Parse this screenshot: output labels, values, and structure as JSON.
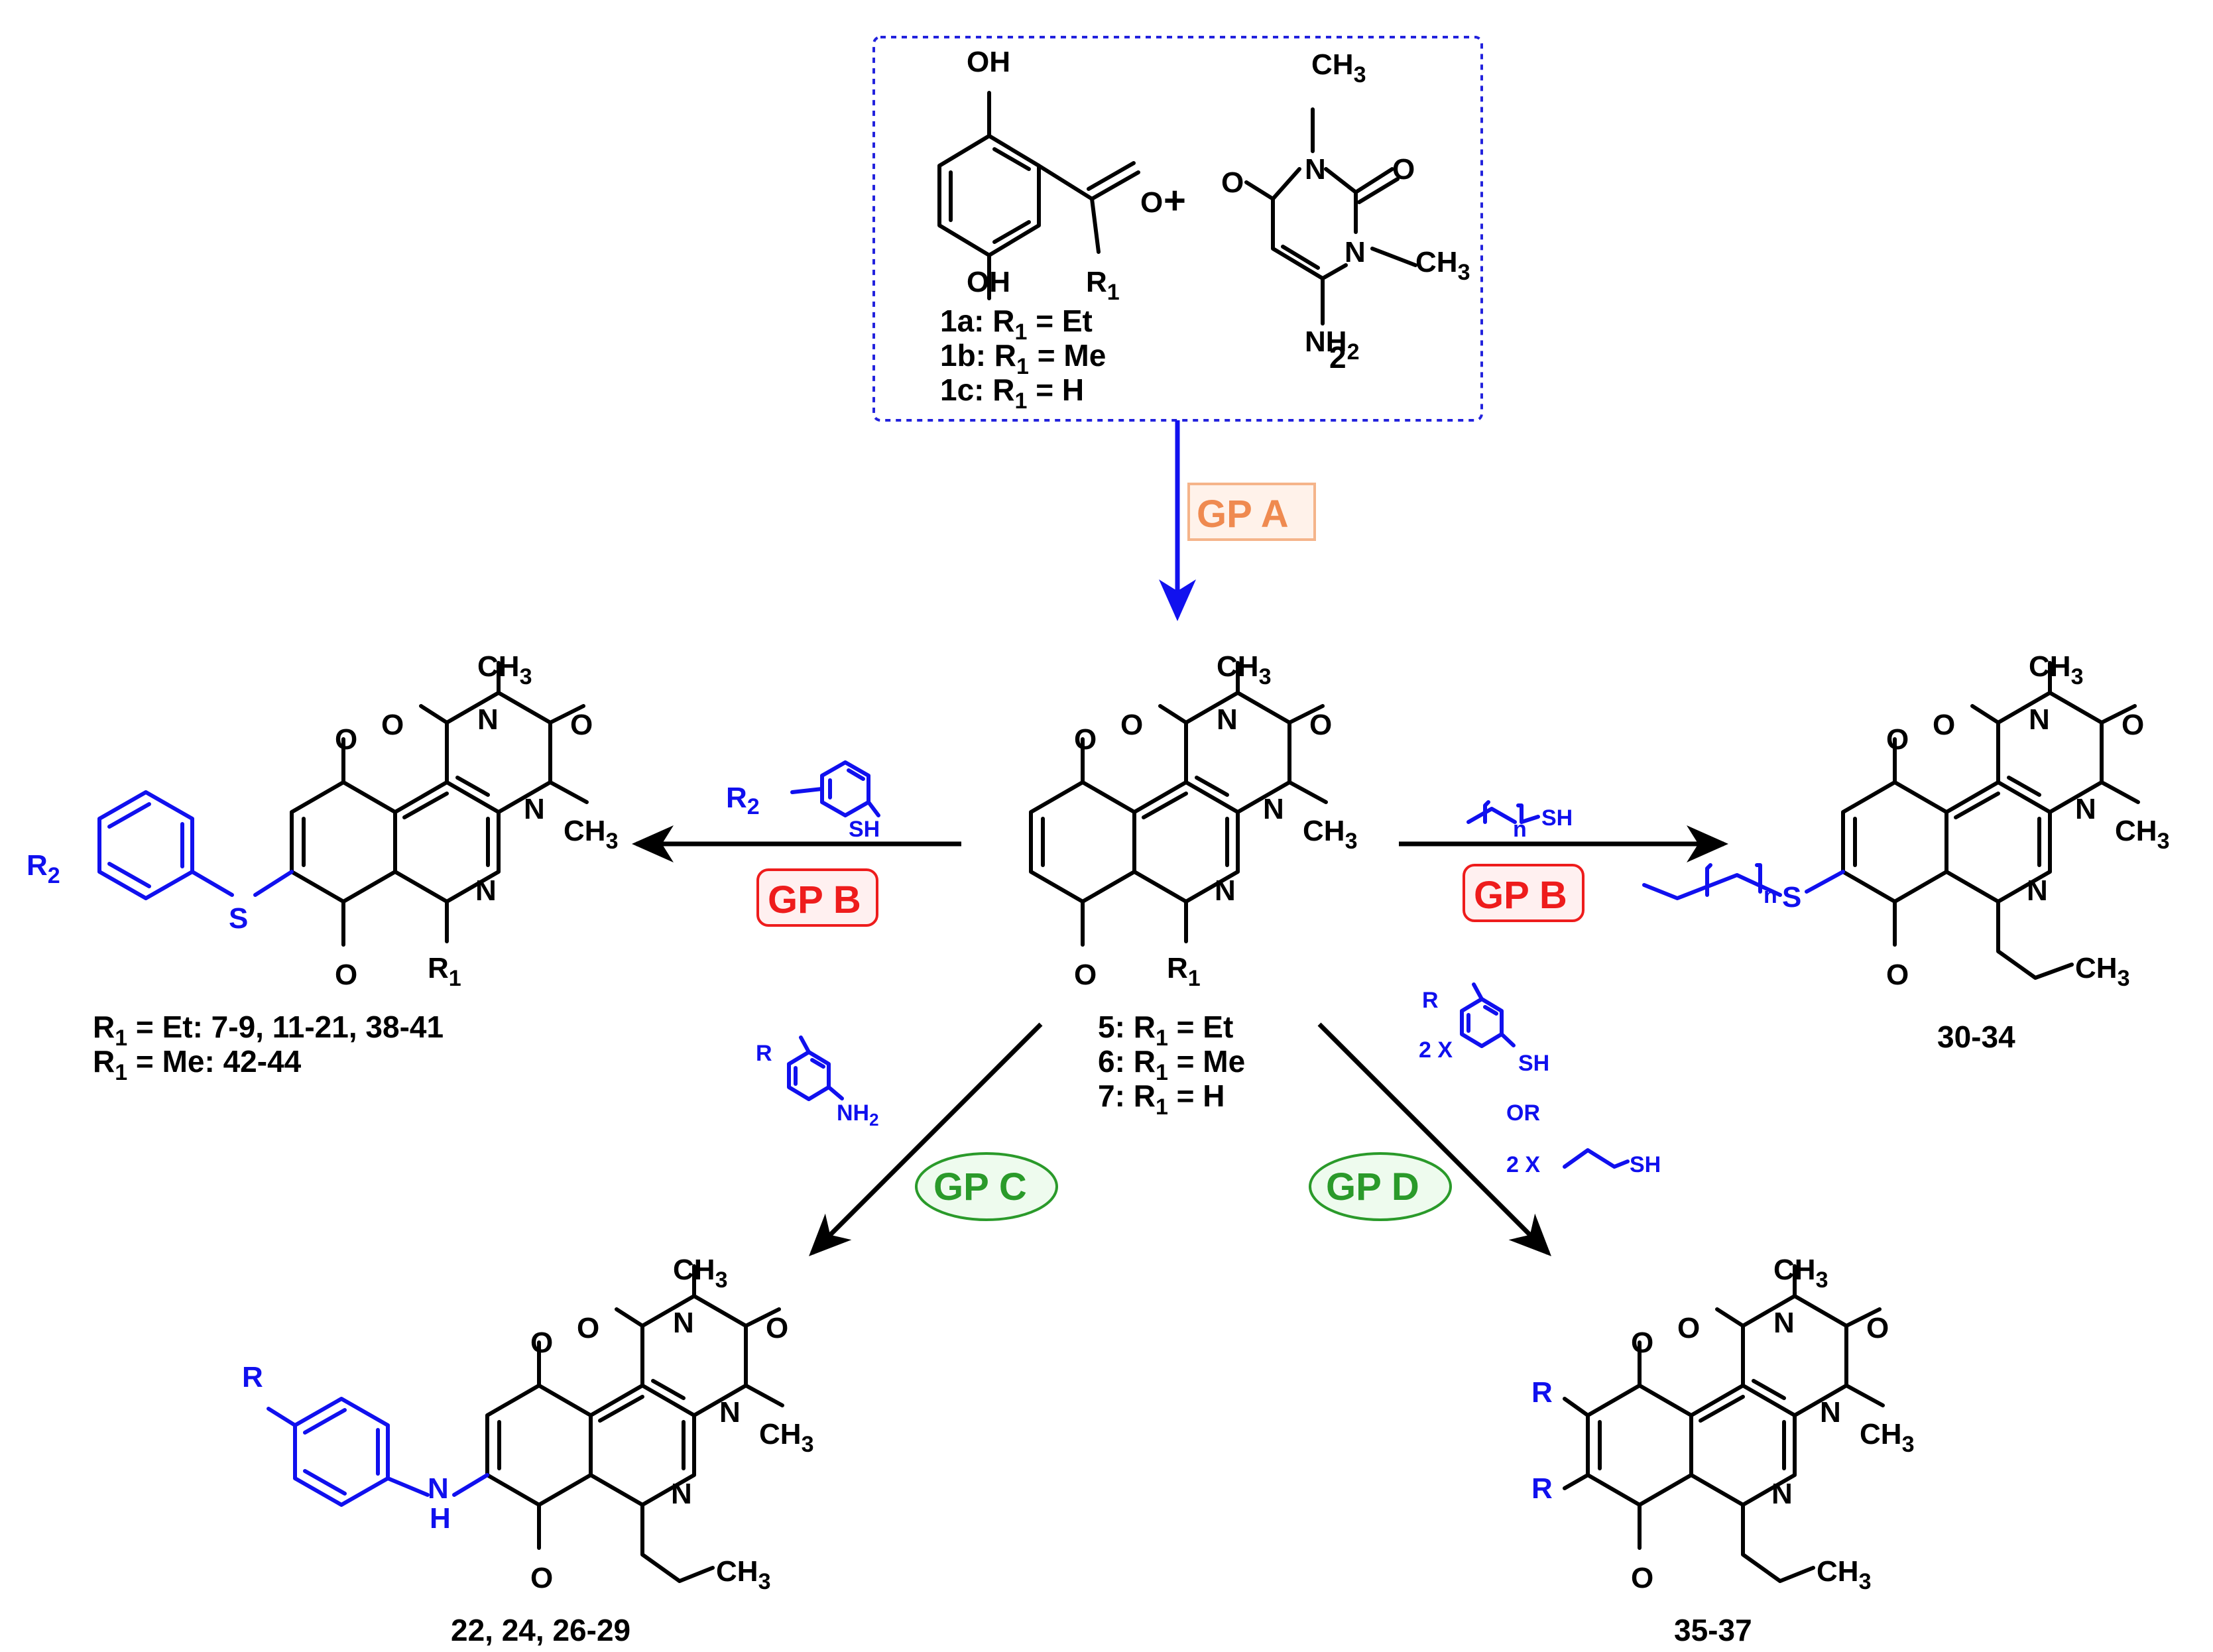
{
  "reagent_1": {
    "oh_top": "OH",
    "oh_bottom": "OH",
    "carbonyl_o": "O",
    "r1": "R",
    "r1_sub": "1",
    "variants": [
      {
        "id": "1a",
        "r": "R",
        "sub": "1",
        "eq": " = Et"
      },
      {
        "id": "1b",
        "r": "R",
        "sub": "1",
        "eq": " = Me"
      },
      {
        "id": "1c",
        "r": "R",
        "sub": "1",
        "eq": " = H"
      }
    ]
  },
  "plus": "+",
  "reagent_2": {
    "label": "2",
    "ch3": "CH",
    "ch3_sub": "3",
    "o": "O",
    "n": "N",
    "nh2": "NH",
    "nh2_sub": "2"
  },
  "steps": {
    "gp_a": "GP A",
    "gp_b_left": "GP B",
    "gp_b_right": "GP B",
    "gp_c": "GP C",
    "gp_d": "GP D"
  },
  "reagents": {
    "arylthiol": {
      "r": "R",
      "r_sub": "2",
      "sh": "SH"
    },
    "alkylthiol": {
      "n": "n",
      "sh": "SH"
    },
    "aniline": {
      "r": "R",
      "nh2": "NH",
      "nh2_sub": "2"
    },
    "dithiol_aryl": {
      "mult": "2 X",
      "r": "R",
      "sh": "SH"
    },
    "or": "OR",
    "dithiol_alkyl": {
      "mult": "2 X",
      "sh": "SH"
    }
  },
  "core": {
    "o": "O",
    "n": "N",
    "ch3": "CH",
    "ch3_sub": "3",
    "r1": "R",
    "r1_sub": "1",
    "variants": [
      {
        "id": "5",
        "r": "R",
        "sub": "1",
        "eq": " = Et"
      },
      {
        "id": "6",
        "r": "R",
        "sub": "1",
        "eq": " = Me"
      },
      {
        "id": "7",
        "r": "R",
        "sub": "1",
        "eq": " = H"
      }
    ]
  },
  "products": {
    "arylthio": {
      "r2": "R",
      "r2_sub": "2",
      "s": "S",
      "r1": "R",
      "r1_sub": "1",
      "lines": [
        {
          "r": "R",
          "sub": "1",
          "text": " = Et: 7-9, 11-21, 38-41"
        },
        {
          "r": "R",
          "sub": "1",
          "text": " = Me: 42-44"
        }
      ]
    },
    "alkylthio": {
      "s": "S",
      "n": "n",
      "label": "30-34"
    },
    "anilino": {
      "r": "R",
      "nh": "N",
      "h": "H",
      "label": "22, 24, 26-29"
    },
    "disubstituted": {
      "r": "R",
      "label": "35-37"
    }
  },
  "colors": {
    "reagent_blue": "#1010ee",
    "gp_a_text": "#ef8a50",
    "gp_a_border": "#f5b48a",
    "gp_b_text": "#ee1c1c",
    "gp_b_border": "#ee1c1c",
    "gp_cd_text": "#2a9a2a",
    "gp_cd_border": "#2a9a2a",
    "box_dash": "#2222dd",
    "arrow_black": "#000000"
  }
}
